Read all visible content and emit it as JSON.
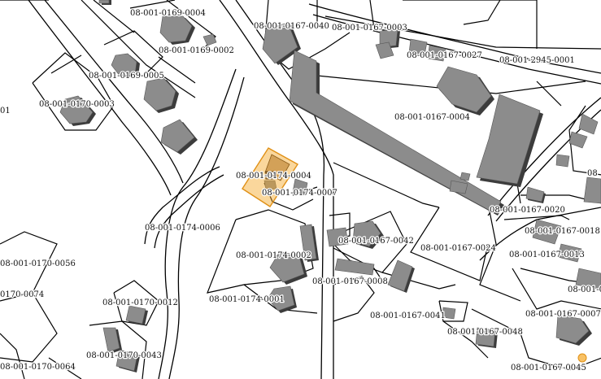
{
  "map": {
    "highlight_color": "#f5a623",
    "building_color": "#8c8c8c",
    "parcel_labels": [
      "08-001-0169-0004",
      "08-001-0169-0002",
      "08-001-0169-0005",
      "08-001-0170-0003",
      "08-001-0167-0040",
      "08-001-0167-0003",
      "08-001-0167-0027",
      "08-001-2945-0001",
      "08-001-0167-0004",
      "08-001-0174-0004",
      "08-001-0174-0007",
      "08-001-0174-0006",
      "08-001-0167-0020",
      "08-001-0167-0018",
      "08-001-0167-0042",
      "08-001-0167-0024",
      "08-001-0167-0013",
      "08-001-0174-0002",
      "08-001-0170-0056",
      "08-001-0167-0008",
      "08-001-0174-0001",
      "0170-0074",
      "08-001-0170-0012",
      "08-001-0167-0041",
      "08-001-0167-0007",
      "08-001-0167-0048",
      "08-001-0170-0043",
      "08-001-0170-0064",
      "08-001-0167-0045",
      "08-001-0",
      "08",
      "01"
    ]
  }
}
